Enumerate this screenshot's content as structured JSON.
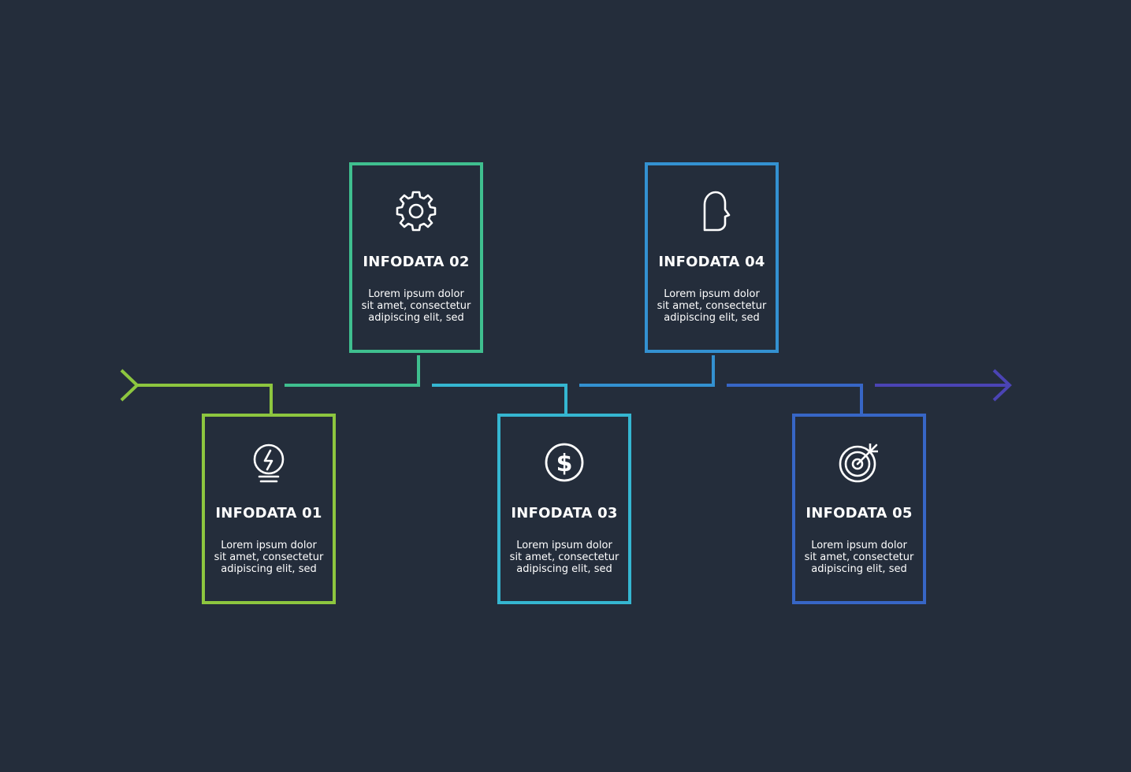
{
  "colors": {
    "background": "#242d3b",
    "text": "#ffffff",
    "step_1": "#8dc63f",
    "step_2": "#3fbf8f",
    "step_3": "#35b6d1",
    "step_4": "#3391d1",
    "step_5": "#3766c6",
    "arrow_end": "#4b44b5"
  },
  "steps": [
    {
      "title": "INFODATA 01",
      "text": [
        "Lorem ipsum dolor",
        "sit amet, consectetur",
        "adipiscing elit, sed"
      ],
      "icon": "lightbulb-icon"
    },
    {
      "title": "INFODATA 02",
      "text": [
        "Lorem ipsum dolor",
        "sit amet, consectetur",
        "adipiscing elit, sed"
      ],
      "icon": "gear-icon"
    },
    {
      "title": "INFODATA 03",
      "text": [
        "Lorem ipsum dolor",
        "sit amet, consectetur",
        "adipiscing elit, sed"
      ],
      "icon": "dollar-icon"
    },
    {
      "title": "INFODATA 04",
      "text": [
        "Lorem ipsum dolor",
        "sit amet, consectetur",
        "adipiscing elit, sed"
      ],
      "icon": "head-icon"
    },
    {
      "title": "INFODATA 05",
      "text": [
        "Lorem ipsum dolor",
        "sit amet, consectetur",
        "adipiscing elit, sed"
      ],
      "icon": "target-icon"
    }
  ]
}
